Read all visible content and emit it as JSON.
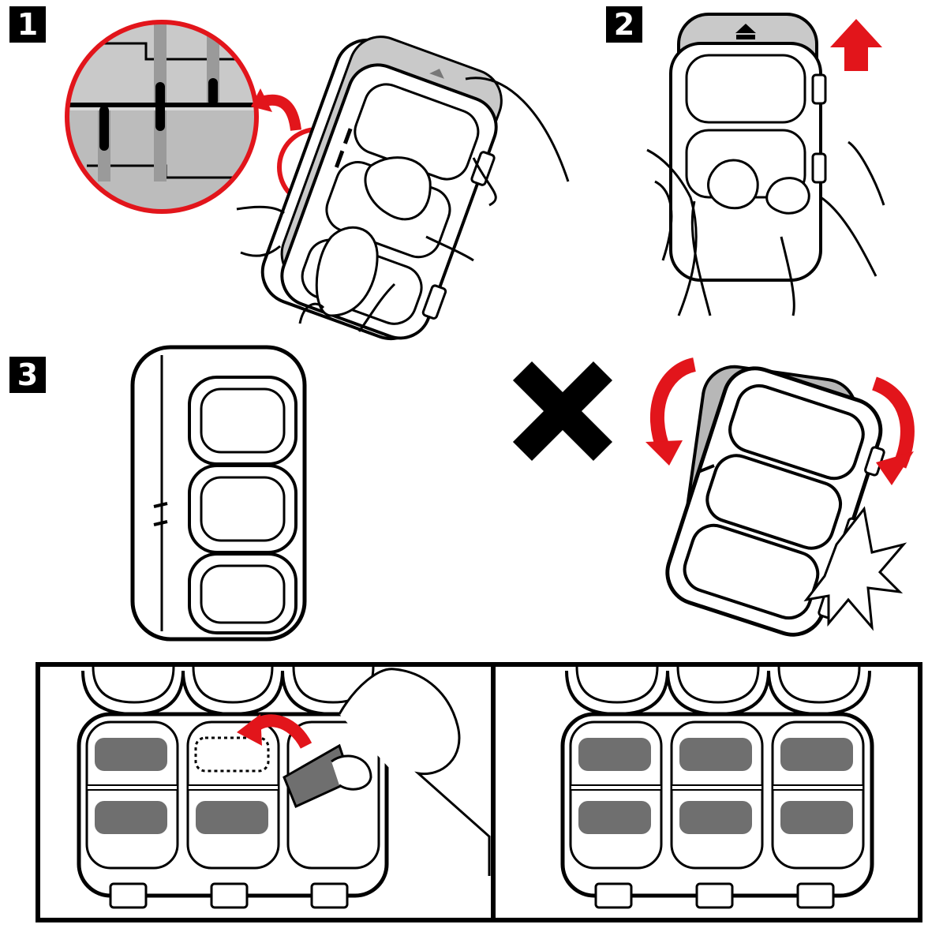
{
  "steps": [
    {
      "label": "1"
    },
    {
      "label": "2"
    },
    {
      "label": "3"
    }
  ],
  "colors": {
    "accent_red": "#e2151b",
    "ink": "#000000",
    "case_gray": "#b7b7b7",
    "label_gray": "#6f6f6f",
    "paper": "#ffffff"
  },
  "icons": {
    "wrong_mark": "x-mark-icon",
    "lift_arrow": "up-arrow-icon",
    "twist_arrows": "curved-arrow-icon",
    "impact": "burst-icon"
  }
}
